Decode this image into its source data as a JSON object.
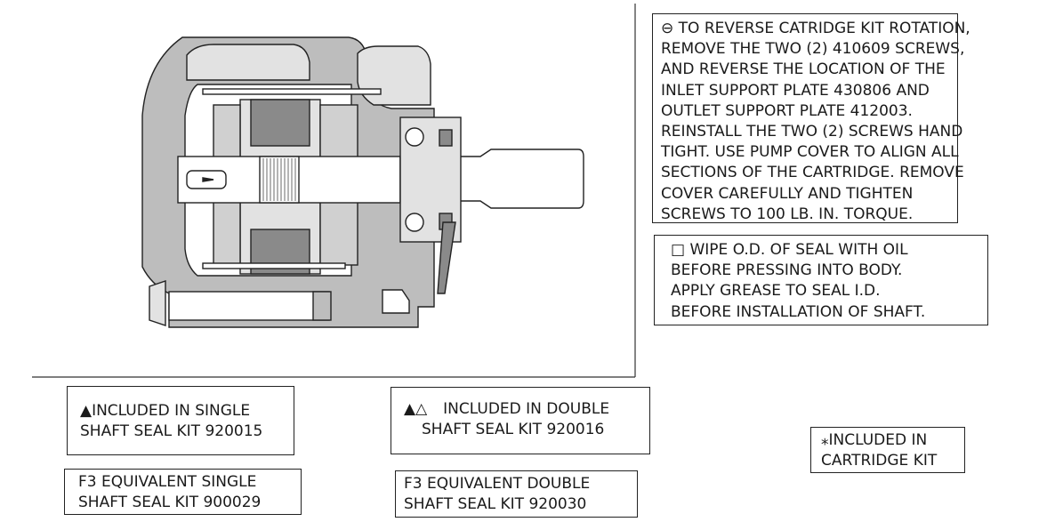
{
  "notes": {
    "reverse_rotation": {
      "symbol": "⊖",
      "lines": [
        "TO REVERSE CATRIDGE KIT ROTATION,",
        "REMOVE THE TWO (2) 410609 SCREWS,",
        "AND REVERSE THE LOCATION OF THE",
        "INLET SUPPORT PLATE 430806 AND",
        "OUTLET SUPPORT PLATE 412003.",
        "REINSTALL THE TWO (2) SCREWS HAND",
        "TIGHT. USE PUMP COVER TO ALIGN ALL",
        "SECTIONS OF THE CARTRIDGE. REMOVE",
        "COVER CAREFULLY AND TIGHTEN",
        "SCREWS TO 100 LB. IN. TORQUE."
      ]
    },
    "seal_oil": {
      "symbol": "□",
      "lines": [
        "WIPE O.D. OF SEAL WITH OIL",
        "BEFORE PRESSING INTO BODY.",
        "APPLY GREASE TO SEAL I.D.",
        "BEFORE INSTALLATION OF SHAFT."
      ]
    }
  },
  "legend": {
    "single_kit": {
      "symbol": "▲",
      "line1": "INCLUDED IN SINGLE",
      "line2": "SHAFT SEAL KIT 920015"
    },
    "double_kit": {
      "symbol": "▲△",
      "line1": "INCLUDED IN DOUBLE",
      "line2": "SHAFT SEAL KIT 920016"
    },
    "f3_single": {
      "line1": "F3 EQUIVALENT SINGLE",
      "line2": "SHAFT SEAL KIT 900029"
    },
    "f3_double": {
      "line1": "F3 EQUIVALENT DOUBLE",
      "line2": "SHAFT SEAL KIT 920030"
    },
    "cartridge_kit": {
      "symbol": "⁎",
      "line1": "INCLUDED IN",
      "line2": "CARTRIDGE KIT"
    }
  },
  "colors": {
    "line": "#222222",
    "hatch_gray": "#bdbdbd",
    "dark_gray": "#8a8a8a",
    "light_gray": "#e2e2e2"
  }
}
